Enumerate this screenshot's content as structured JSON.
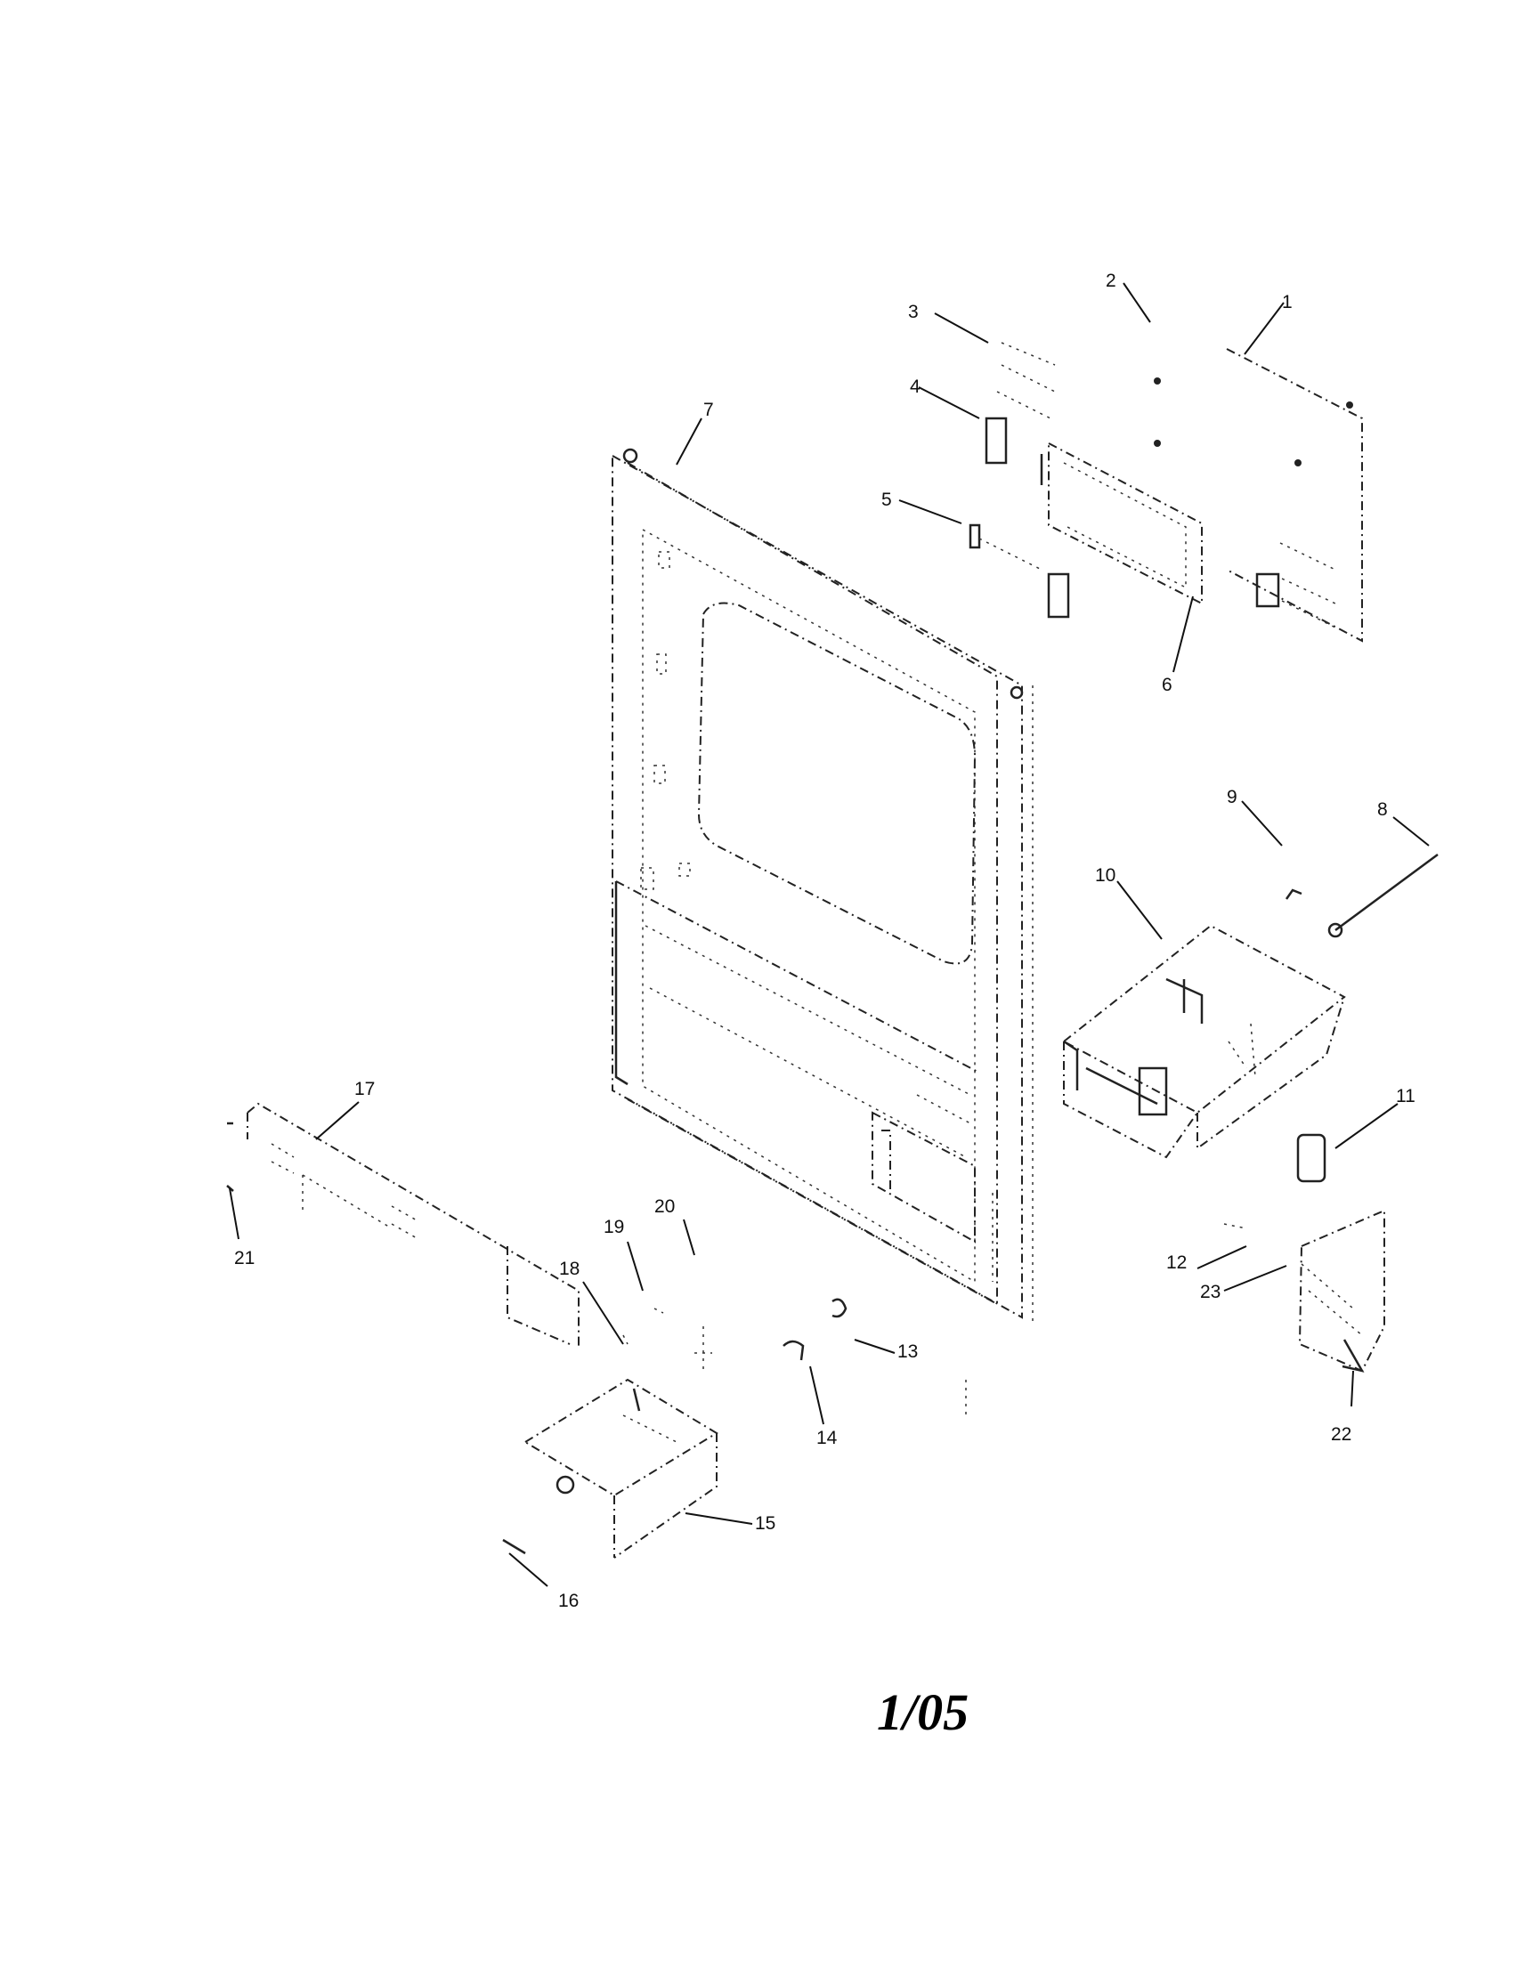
{
  "callouts": {
    "c1": "1",
    "c2": "2",
    "c3": "3",
    "c4": "4",
    "c5": "5",
    "c6": "6",
    "c7": "7",
    "c8": "8",
    "c9": "9",
    "c10": "10",
    "c11": "11",
    "c12": "12",
    "c13": "13",
    "c14": "14",
    "c15": "15",
    "c16": "16",
    "c17": "17",
    "c18": "18",
    "c19": "19",
    "c20": "20",
    "c21": "21",
    "c22": "22",
    "c23": "23"
  },
  "revision": "1/05"
}
